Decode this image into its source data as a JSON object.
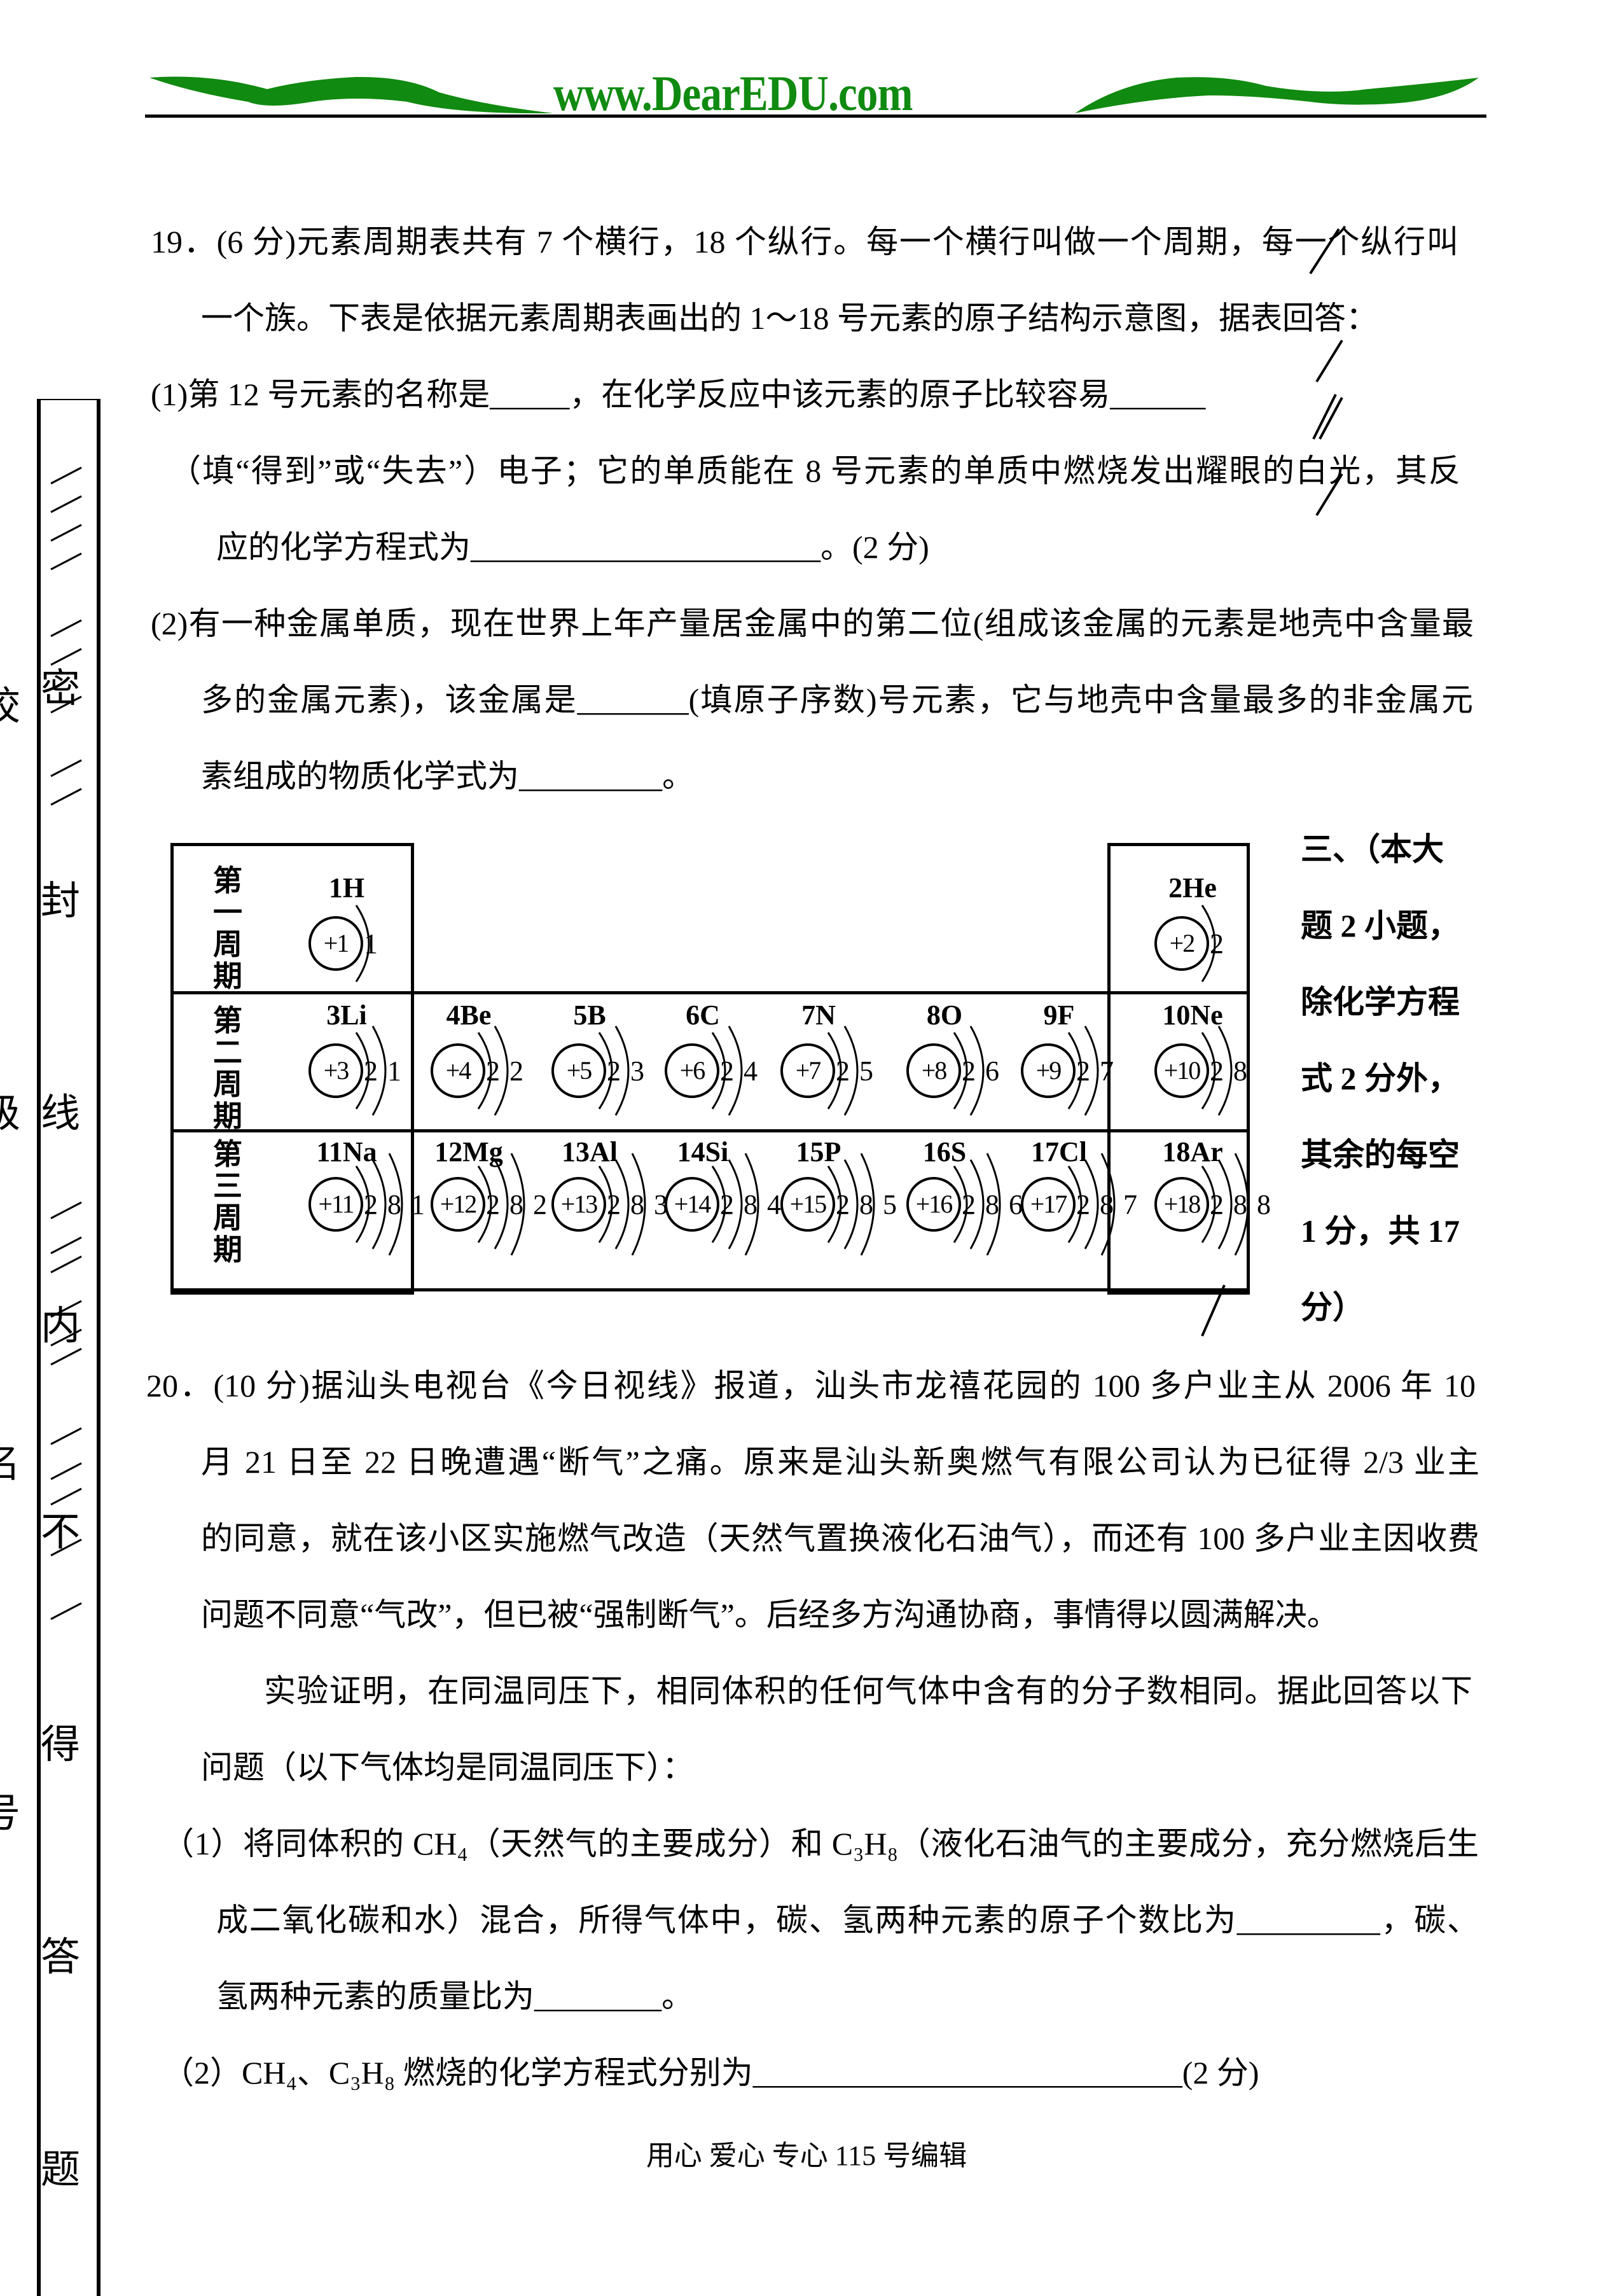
{
  "header": {
    "site": "www.DearEDU.com",
    "brand_color": "#108a10"
  },
  "margin": {
    "seal_chars": [
      "密",
      "封",
      "线",
      "内",
      "不",
      "得",
      "答",
      "题"
    ],
    "cut_labels": [
      "校",
      "级",
      "名",
      "号"
    ]
  },
  "q19": {
    "lines": [
      "19．(6 分)元素周期表共有 7 个横行，18 个纵行。每一个横行叫做一个周期，每一个纵行叫",
      "一个族。下表是依据元素周期表画出的 1～18 号元素的原子结构示意图，据表回答：",
      "(1)第 12 号元素的名称是_____，在化学反应中该元素的原子比较容易______",
      "（填“得到”或“失去”）电子；它的单质能在 8 号元素的单质中燃烧发出耀眼的白光，其反",
      "应的化学方程式为______________________。(2 分)",
      "(2)有一种金属单质，现在世界上年产量居金属中的第二位(组成该金属的元素是地壳中含量最",
      "多的金属元素)，该金属是_______(填原子序数)号元素，它与地壳中含量最多的非金属元",
      "素组成的物质化学式为_________。"
    ]
  },
  "table": {
    "periods": [
      "第一周期",
      "第二周期",
      "第三周期"
    ],
    "elements": [
      {
        "label": "1H",
        "charge": "+1",
        "shells": "1",
        "row": 0,
        "col": 0
      },
      {
        "label": "2He",
        "charge": "+2",
        "shells": "2",
        "row": 0,
        "col": 8
      },
      {
        "label": "3Li",
        "charge": "+3",
        "shells": "2 1",
        "row": 1,
        "col": 0
      },
      {
        "label": "4Be",
        "charge": "+4",
        "shells": "2 2",
        "row": 1,
        "col": 1
      },
      {
        "label": "5B",
        "charge": "+5",
        "shells": "2 3",
        "row": 1,
        "col": 2
      },
      {
        "label": "6C",
        "charge": "+6",
        "shells": "2 4",
        "row": 1,
        "col": 3
      },
      {
        "label": "7N",
        "charge": "+7",
        "shells": "2 5",
        "row": 1,
        "col": 4
      },
      {
        "label": "8O",
        "charge": "+8",
        "shells": "2 6",
        "row": 1,
        "col": 5
      },
      {
        "label": "9F",
        "charge": "+9",
        "shells": "2 7",
        "row": 1,
        "col": 6
      },
      {
        "label": "10Ne",
        "charge": "+10",
        "shells": "2 8",
        "row": 1,
        "col": 8
      },
      {
        "label": "11Na",
        "charge": "+11",
        "shells": "2 8 1",
        "row": 2,
        "col": 0
      },
      {
        "label": "12Mg",
        "charge": "+12",
        "shells": "2 8 2",
        "row": 2,
        "col": 1
      },
      {
        "label": "13Al",
        "charge": "+13",
        "shells": "2 8 3",
        "row": 2,
        "col": 2
      },
      {
        "label": "14Si",
        "charge": "+14",
        "shells": "2 8 4",
        "row": 2,
        "col": 3
      },
      {
        "label": "15P",
        "charge": "+15",
        "shells": "2 8 5",
        "row": 2,
        "col": 4
      },
      {
        "label": "16S",
        "charge": "+16",
        "shells": "2 8 6",
        "row": 2,
        "col": 5
      },
      {
        "label": "17Cl",
        "charge": "+17",
        "shells": "2 8 7",
        "row": 2,
        "col": 6
      },
      {
        "label": "18Ar",
        "charge": "+18",
        "shells": "2 8 8",
        "row": 2,
        "col": 8
      }
    ]
  },
  "section3": {
    "lines": [
      "三、（本大",
      "题 2 小题，",
      "除化学方程",
      "式 2 分外，",
      "其余的每空",
      "1 分，共 17",
      "分）"
    ]
  },
  "q20": {
    "lines": [
      "20．(10 分)据汕头电视台《今日视线》报道，汕头市龙禧花园的 100 多户业主从 2006 年 10",
      "月 21 日至 22 日晚遭遇“断气”之痛。原来是汕头新奥燃气有限公司认为已征得 2/3 业主",
      "的同意，就在该小区实施燃气改造（天然气置换液化石油气），而还有 100 多户业主因收费",
      "问题不同意“气改”，但已被“强制断气”。后经多方沟通协商，事情得以圆满解决。",
      "实验证明，在同温同压下，相同体积的任何气体中含有的分子数相同。据此回答以下",
      "问题（以下气体均是同温同压下）：",
      "（1）将同体积的 CH₄（天然气的主要成分）和 C₃H₈（液化石油气的主要成分，充分燃烧后生",
      "成二氧化碳和水）混合，所得气体中，碳、氢两种元素的原子个数比为_________，碳、",
      "氢两种元素的质量比为________。",
      "（2）CH₄、C₃H₈ 燃烧的化学方程式分别为___________________________(2 分)"
    ]
  },
  "footer": {
    "text": "用心  爱心  专心    115 号编辑"
  }
}
